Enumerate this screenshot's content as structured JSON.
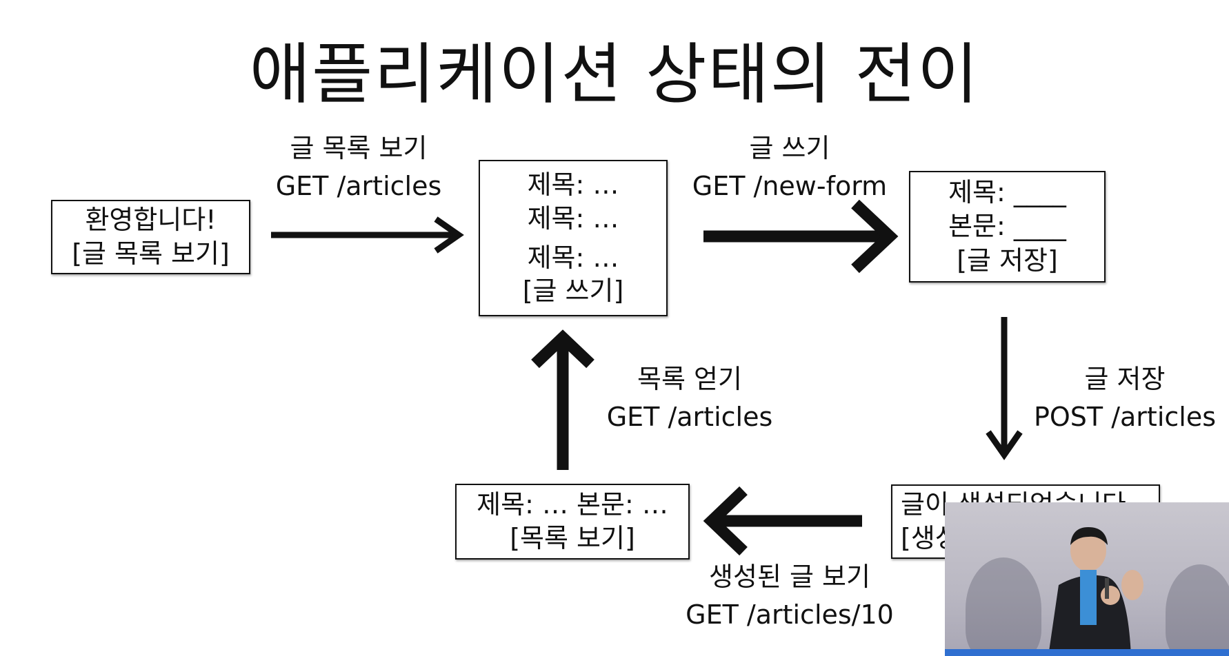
{
  "title": "애플리케이션 상태의 전이",
  "states": {
    "welcome": {
      "lines": [
        "환영합니다!",
        "[글 목록 보기]"
      ]
    },
    "article_list": {
      "lines": [
        "제목: …",
        "제목: …",
        "제목: …",
        "[글 쓰기]"
      ]
    },
    "new_form": {
      "lines": [
        "제목: ____",
        "본문: ____",
        "[글 저장]"
      ]
    },
    "created": {
      "lines": [
        "글이 생성되었습니다",
        "[생성된 글 보기]"
      ]
    },
    "article_view": {
      "lines": [
        "제목: … 본문: …",
        "[목록 보기]"
      ]
    }
  },
  "transitions": {
    "view_list": {
      "action": "글 목록 보기",
      "request": "GET /articles"
    },
    "write": {
      "action": "글 쓰기",
      "request": "GET /new-form"
    },
    "save": {
      "action": "글 저장",
      "request": "POST /articles"
    },
    "view_created": {
      "action": "생성된 글 보기",
      "request": "GET /articles/10"
    },
    "get_list": {
      "action": "목록 얻기",
      "request": "GET /articles"
    }
  },
  "colors": {
    "stage_accent": "#2f6fd0",
    "arrow": "#111111"
  }
}
